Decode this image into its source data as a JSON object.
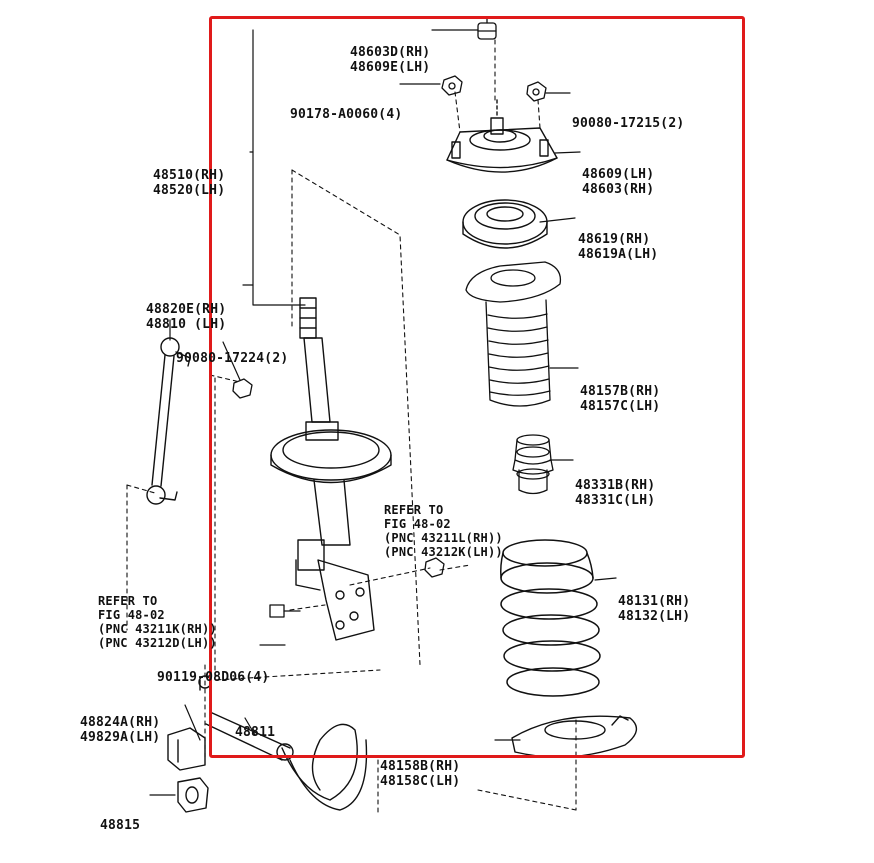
{
  "parts": {
    "upper_nut": [
      "48603D(RH)",
      "48609E(LH)"
    ],
    "mount_bolt": [
      "90178-A0060(4)"
    ],
    "mount_nut": [
      "90080-17215(2)"
    ],
    "mount": [
      "48609(LH)",
      "48603(RH)"
    ],
    "bearing": [
      "48619(RH)",
      "48619A(LH)"
    ],
    "strut": [
      "48510(RH)",
      "48520(LH)"
    ],
    "stab_link": [
      "48820E(RH)",
      "48810 (LH)"
    ],
    "link_nut": [
      "90080-17224(2)"
    ],
    "dust_boot": [
      "48157B(RH)",
      "48157C(LH)"
    ],
    "bump_stop": [
      "48331B(RH)",
      "48331C(LH)"
    ],
    "refer_right": [
      "REFER TO",
      "FIG 48-02",
      "(PNC 43211L(RH))",
      "(PNC 43212K(LH))"
    ],
    "refer_left": [
      "REFER TO",
      "FIG 48-02",
      "(PNC 43211K(RH))",
      "(PNC 43212D(LH))"
    ],
    "coil_spring": [
      "48131(RH)",
      "48132(LH)"
    ],
    "strut_bolt": [
      "90119-08D06(4)"
    ],
    "bushing": [
      "48824A(RH)",
      "49829A(LH)"
    ],
    "stab_bar": [
      "48811"
    ],
    "lower_seat": [
      "48158B(RH)",
      "48158C(LH)"
    ],
    "bracket": [
      "48815"
    ]
  },
  "highlight_color": "#e01a1a"
}
